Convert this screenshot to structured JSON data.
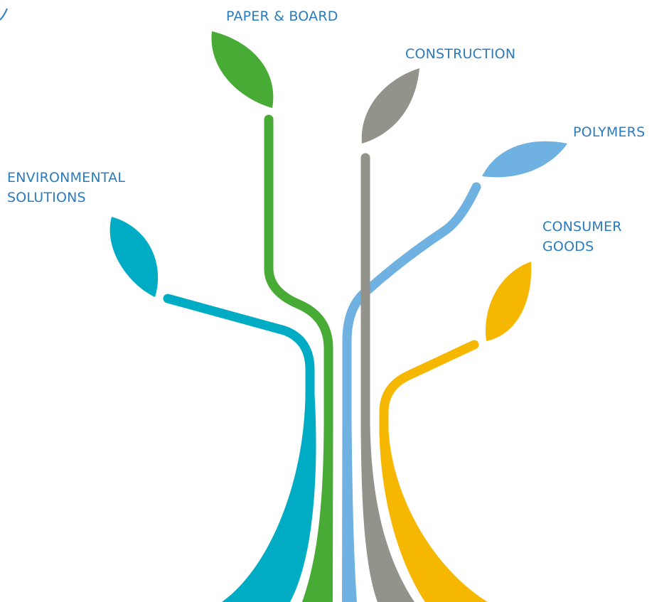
{
  "branches": {
    "paper_board": {
      "label": "PAPER & BOARD",
      "color": "#48ab35"
    },
    "construction": {
      "label": "CONSTRUCTION",
      "color": "#93938b"
    },
    "polymers": {
      "label": "POLYMERS",
      "color": "#6fb1e0"
    },
    "environmental_solutions": {
      "label_lines": [
        "ENVIRONMENTAL",
        "SOLUTIONS"
      ],
      "color": "#00acc4"
    },
    "consumer_goods": {
      "label_lines": [
        "CONSUMER",
        "GOODS"
      ],
      "color": "#f6b700"
    }
  },
  "label_color": "#2b7bbd"
}
